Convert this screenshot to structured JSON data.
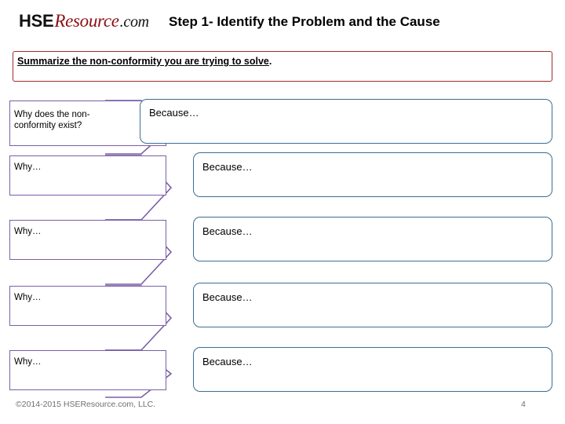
{
  "header": {
    "logo": {
      "part1": "HSE",
      "part2": "Resource",
      "part3": ".com"
    },
    "title": "Step 1- Identify the Problem and the Cause"
  },
  "summary": {
    "underlined": "Summarize the non-conformity you are trying to solve",
    "tail": "."
  },
  "rows": [
    {
      "why": "Why does the non-conformity exist?",
      "because": "Because…"
    },
    {
      "why": "Why…",
      "because": "Because…"
    },
    {
      "why": "Why…",
      "because": "Because…"
    },
    {
      "why": "Why…",
      "because": "Because…"
    },
    {
      "why": "Why…",
      "because": "Because…"
    }
  ],
  "footer": {
    "copyright": "©2014-2015 HSEResource.com, LLC.",
    "page_number": "4"
  },
  "colors": {
    "logo_red": "#8a0f12",
    "summary_border": "#9b2d2d",
    "why_border": "#7b5ea7",
    "because_border": "#3a6f93",
    "footer_text": "#6f6f6f"
  }
}
